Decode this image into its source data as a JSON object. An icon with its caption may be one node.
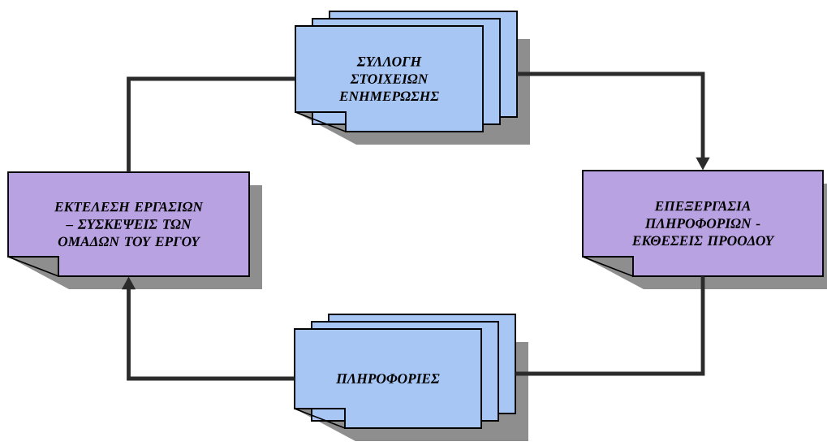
{
  "diagram": {
    "nodes": [
      {
        "text": [
          "ΣΥΛΛΟΓΗ ΣΤΟΙΧΕΙΩΝ ΕΝΗΜΕΡΩΣΗΣ"
        ]
      },
      {
        "text": [
          "ΕΚΤΕΛΕΣΗ ΕΡΓΑΣΙΩΝ – ΣΥΣΚΕΨΕΙΣ ΤΩΝ ΟΜΑΔΩΝ ΤΟΥ ΕΡΓΟΥ"
        ]
      },
      {
        "text": [
          "ΕΠΕΞΕΡΓΑΣΙΑ ΠΛΗΡΟΦΟΡΙΩΝ - ΕΚΘΕΣΕΙΣ ΠΡΟΟΔΟΥ"
        ]
      },
      {
        "text": [
          "ΠΛΗΡΟΦΟΡΙΕΣ"
        ]
      }
    ],
    "edges": [
      {
        "from": 0,
        "to": 2,
        "arrow": "to"
      },
      {
        "from": 1,
        "to": 0,
        "arrow": "none"
      },
      {
        "from": 3,
        "to": 1,
        "arrow": "to"
      },
      {
        "from": 2,
        "to": 3,
        "arrow": "none"
      }
    ]
  }
}
